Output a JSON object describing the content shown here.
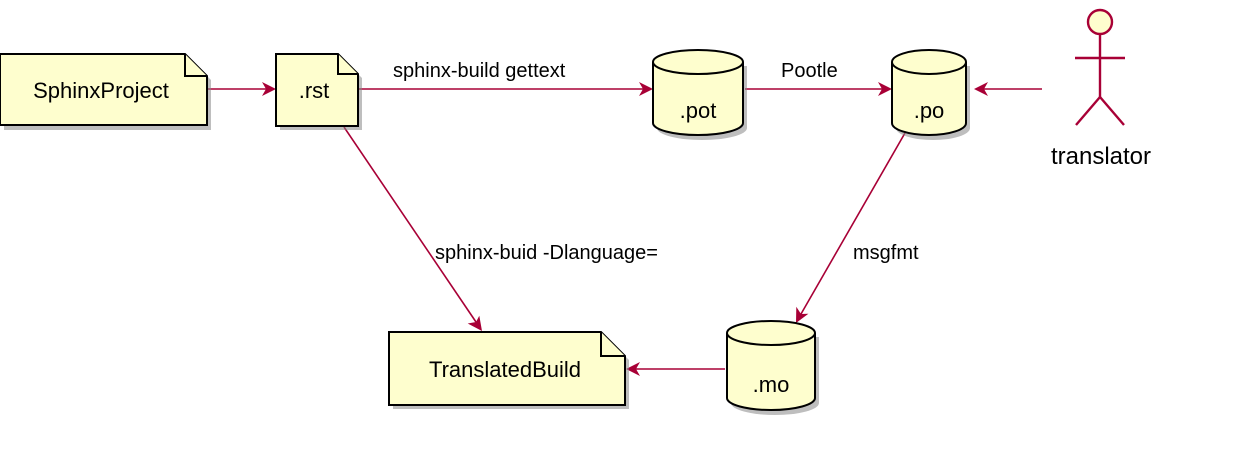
{
  "colors": {
    "node_fill": "#FEFECE",
    "node_stroke": "#000000",
    "edge_color": "#A80036"
  },
  "nodes": {
    "sphinx_project": {
      "label": "SphinxProject",
      "shape": "note"
    },
    "rst": {
      "label": ".rst",
      "shape": "note"
    },
    "pot": {
      "label": ".pot",
      "shape": "database"
    },
    "po": {
      "label": ".po",
      "shape": "database"
    },
    "translator": {
      "label": "translator",
      "shape": "actor"
    },
    "mo": {
      "label": ".mo",
      "shape": "database"
    },
    "translated_build": {
      "label": "TranslatedBuild",
      "shape": "note"
    }
  },
  "edges": {
    "project_to_rst": {
      "from": "SphinxProject",
      "to": ".rst",
      "label": ""
    },
    "rst_to_pot": {
      "from": ".rst",
      "to": ".pot",
      "label": "sphinx-build gettext"
    },
    "pot_to_po": {
      "from": ".pot",
      "to": ".po",
      "label": "Pootle"
    },
    "translator_to_po": {
      "from": "translator",
      "to": ".po",
      "label": ""
    },
    "rst_to_translated": {
      "from": ".rst",
      "to": "TranslatedBuild",
      "label": "sphinx-buid -Dlanguage="
    },
    "po_to_mo": {
      "from": ".po",
      "to": ".mo",
      "label": "msgfmt"
    },
    "mo_to_translated": {
      "from": ".mo",
      "to": "TranslatedBuild",
      "label": ""
    }
  }
}
